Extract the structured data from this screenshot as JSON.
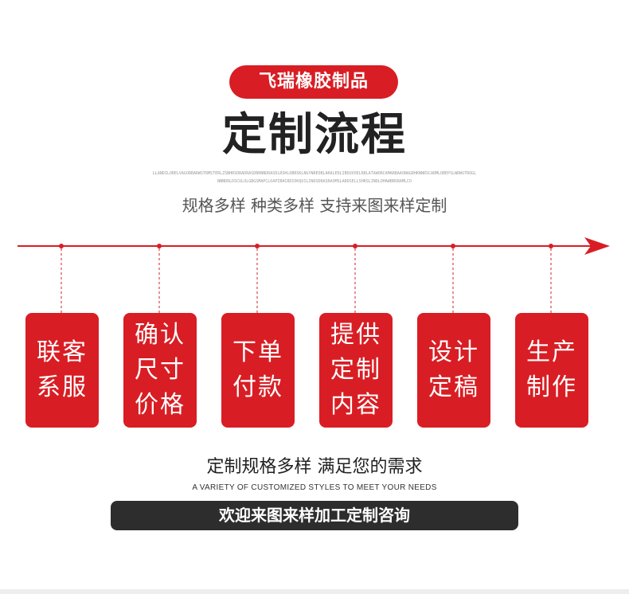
{
  "brand": {
    "label": "飞瑞橡胶制品"
  },
  "title": "定制流程",
  "tiny_text": {
    "line1": "LLANDILORELVAGORBARWSTRMSTERLZSNHRSDRADRASDBRNNDRASDLRSHLOBRSKLNGYNREOBLARALEDLIBDUVOELRRLATAWORCAMARBAAONAGRHKNNRSCARMLOBEPSLWRWSTROGL",
    "line2": "NNNDRLDSCULULGBGSMAPCLOAPIBACRDIOKQUILINOSDRASRAOMSLARDSELLSHRSLINDLOHAWBNSRAMLCO"
  },
  "subtitle": "规格多样 种类多样 支持来图来样定制",
  "steps": [
    {
      "lines": [
        "联客",
        "系服"
      ]
    },
    {
      "lines": [
        "确认",
        "尺寸",
        "价格"
      ]
    },
    {
      "lines": [
        "下单",
        "付款"
      ]
    },
    {
      "lines": [
        "提供",
        "定制",
        "内容"
      ]
    },
    {
      "lines": [
        "设计",
        "定稿"
      ]
    },
    {
      "lines": [
        "生产",
        "制作"
      ]
    }
  ],
  "slogan": "定制规格多样 满足您的需求",
  "slogan_en": "A VARIETY OF CUSTOMIZED STYLES TO MEET YOUR NEEDS",
  "cta": "欢迎来图来样加工定制咨询",
  "colors": {
    "accent": "#d81e24",
    "dark": "#2d2d2d",
    "text": "#222222"
  }
}
